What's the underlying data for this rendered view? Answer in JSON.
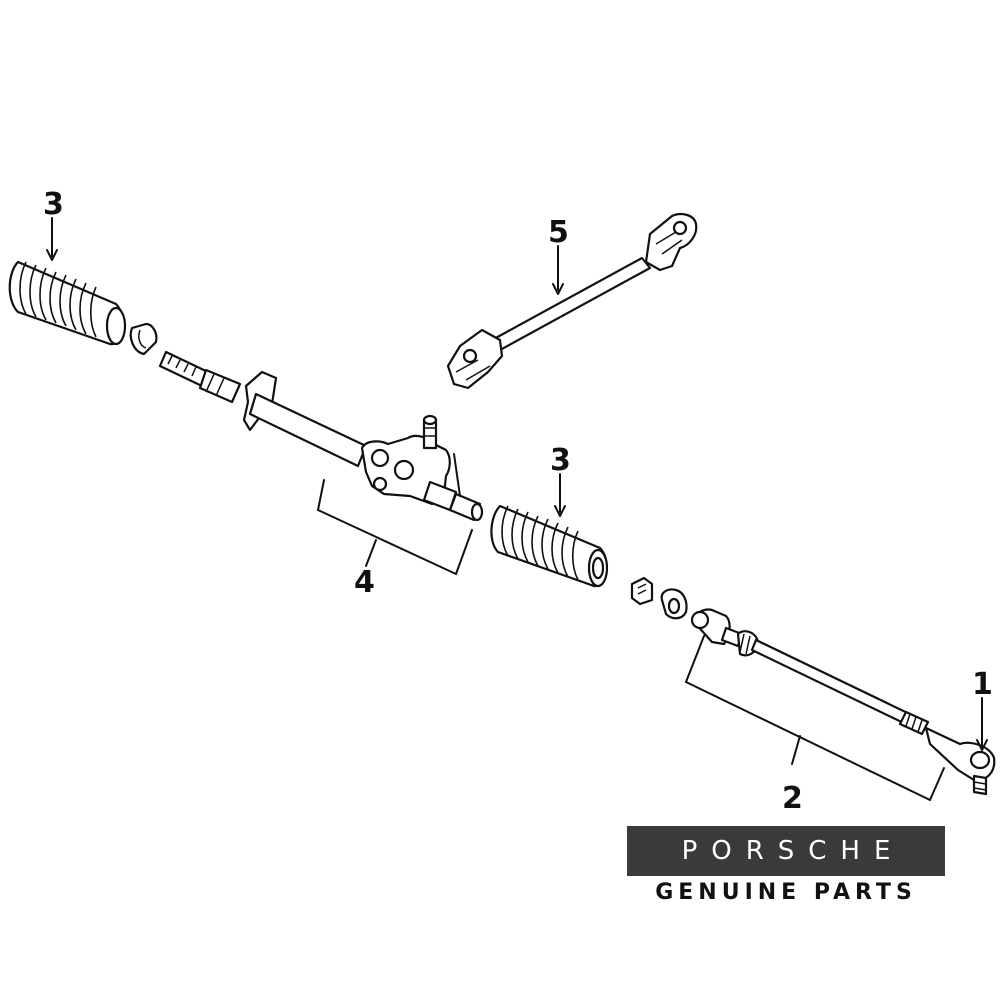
{
  "callouts": [
    {
      "id": "tie-rod-end",
      "label": "1"
    },
    {
      "id": "tie-rod-assembly",
      "label": "2"
    },
    {
      "id": "boot-left",
      "label": "3"
    },
    {
      "id": "boot-right",
      "label": "3"
    },
    {
      "id": "rack-and-pinion",
      "label": "4"
    },
    {
      "id": "intermediate-shaft",
      "label": "5"
    }
  ],
  "branding": {
    "logo_text": "PORSCHE",
    "tagline": "GENUINE PARTS",
    "box_color": "#3a3a3a",
    "text_color": "#ffffff"
  }
}
